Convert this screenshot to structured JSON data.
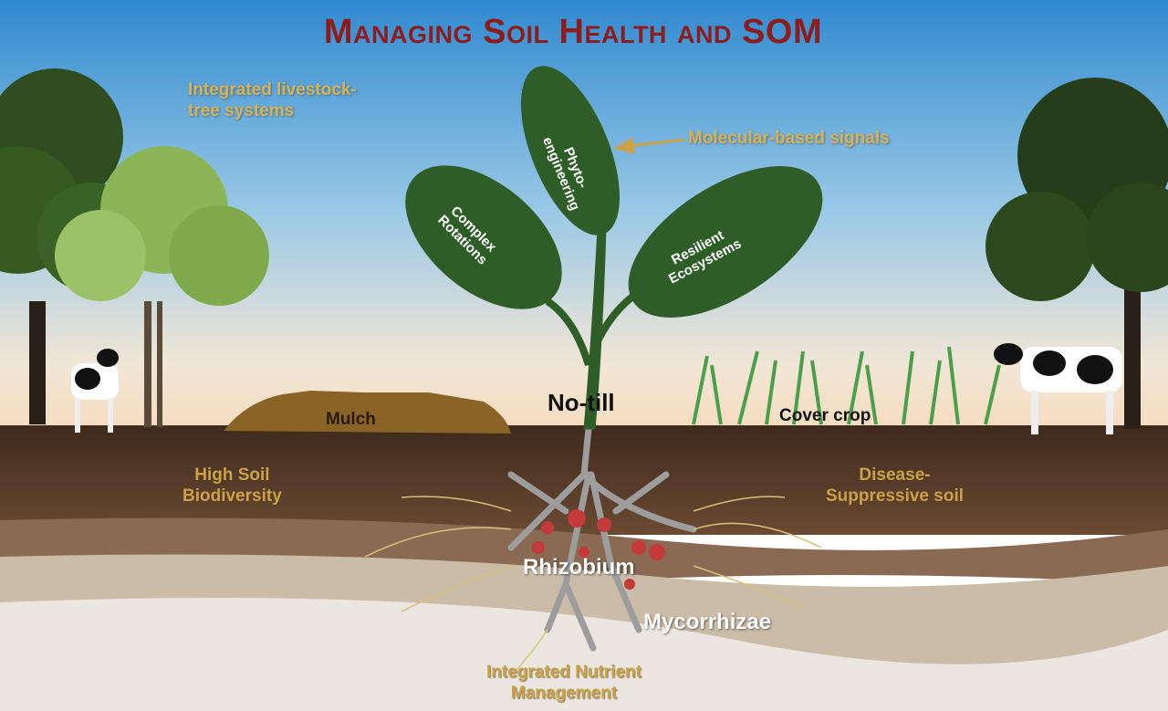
{
  "title": "Managing Soil Health and SOM",
  "labels": {
    "integrated_livestock": [
      "Integrated livestock-",
      "tree systems"
    ],
    "molecular_signals": "Molecular-based signals",
    "leaf_left": [
      "Complex",
      "Rotations"
    ],
    "leaf_center": [
      "Phyto-",
      "engineering"
    ],
    "leaf_right": [
      "Resilient",
      "Ecosystems"
    ],
    "no_till": "No-till",
    "mulch": "Mulch",
    "cover_crop": "Cover crop",
    "high_soil_biodiversity": [
      "High Soil",
      "Biodiversity"
    ],
    "disease_suppressive": [
      "Disease-",
      "Suppressive soil"
    ],
    "rhizobium": "Rhizobium",
    "mycorrhizae": "Mycorrhizae",
    "integrated_nutrient": [
      "Integrated Nutrient",
      "Management"
    ]
  },
  "colors": {
    "title": "#8e1c1c",
    "leaf": "#2f5d27",
    "soil": "#4a3222",
    "label_gold": "#c9a24a"
  }
}
